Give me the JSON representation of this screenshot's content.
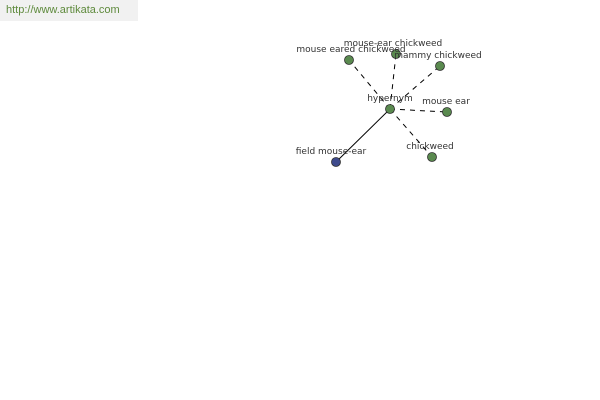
{
  "header": {
    "url": "http://www.artikata.com"
  },
  "graph": {
    "colors": {
      "link": "#000000",
      "node_stroke": "#2f2f2f",
      "related_node": "#5a8a4f",
      "highlight_node": "#3e4a8c",
      "label": "#333333"
    },
    "center": {
      "label": "hypernym"
    },
    "nodes": [
      {
        "id": "mouse-eared-chickweed",
        "label": "mouse eared chickweed",
        "relation": "related",
        "link_style": "dashed"
      },
      {
        "id": "mouse-ear-chickweed",
        "label": "mouse-ear chickweed",
        "relation": "related",
        "link_style": "dashed"
      },
      {
        "id": "mammy-chickweed",
        "label": "mammy chickweed",
        "relation": "related",
        "link_style": "dashed"
      },
      {
        "id": "mouse-ear",
        "label": "mouse ear",
        "relation": "related",
        "link_style": "dashed"
      },
      {
        "id": "chickweed",
        "label": "chickweed",
        "relation": "related",
        "link_style": "dashed"
      },
      {
        "id": "field-mouse-ear",
        "label": "field mouse-ear",
        "relation": "highlight",
        "link_style": "solid"
      }
    ]
  }
}
